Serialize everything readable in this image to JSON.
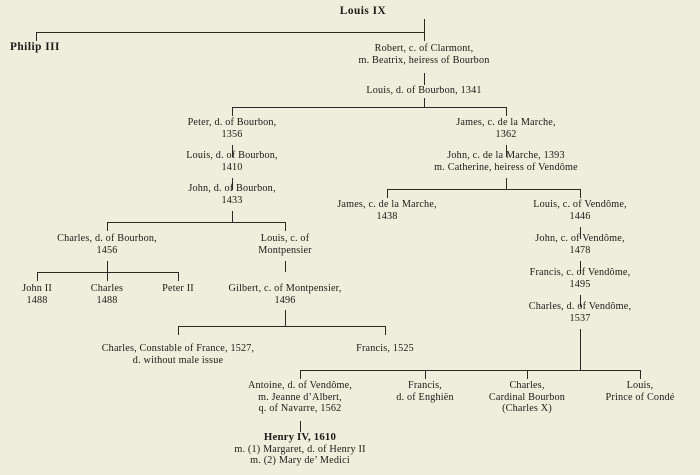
{
  "title": "Genealogical table of the House of Bourbon",
  "style": {
    "ink": "#2b2a24",
    "paper": "#efeedc"
  },
  "nodes": {
    "louis_ix": {
      "lines": [
        "Louis IX"
      ]
    },
    "philip_iii": {
      "lines": [
        "Philip III"
      ]
    },
    "robert": {
      "lines": [
        "Robert, c. of Clarmont,",
        "m. Beatrix, heiress of Bourbon"
      ]
    },
    "louis_bourbon_1341": {
      "lines": [
        "Louis, d. of Bourbon, 1341"
      ]
    },
    "peter_1356": {
      "lines": [
        "Peter, d. of Bourbon,",
        "1356"
      ]
    },
    "louis_1410": {
      "lines": [
        "Louis, d. of Bourbon,",
        "1410"
      ]
    },
    "john_1433": {
      "lines": [
        "John, d. of Bourbon,",
        "1433"
      ]
    },
    "james_marche_1362": {
      "lines": [
        "James, c. de la Marche,",
        "1362"
      ]
    },
    "john_marche_1393": {
      "lines": [
        "John, c. de la Marche, 1393",
        "m. Catherine, heiress of Vendôme"
      ]
    },
    "james_marche_1438": {
      "lines": [
        "James, c. de la Marche,",
        "1438"
      ]
    },
    "louis_vendome_1446": {
      "lines": [
        "Louis, c. of Vendôme,",
        "1446"
      ]
    },
    "john_vendome_1478": {
      "lines": [
        "John, c. of Vendôme,",
        "1478"
      ]
    },
    "francis_vendome_1495": {
      "lines": [
        "Francis, c. of Vendôme,",
        "1495"
      ]
    },
    "charles_vendome_1537": {
      "lines": [
        "Charles, d. of Vendôme,",
        "1537"
      ]
    },
    "charles_bourbon_1456": {
      "lines": [
        "Charles, d. of Bourbon,",
        "1456"
      ]
    },
    "louis_montpensier": {
      "lines": [
        "Louis, c. of",
        "Montpensier"
      ]
    },
    "john_ii_1488": {
      "lines": [
        "John II",
        "1488"
      ]
    },
    "charles_1488": {
      "lines": [
        "Charles",
        "1488"
      ]
    },
    "peter_ii": {
      "lines": [
        "Peter II"
      ]
    },
    "gilbert_1496": {
      "lines": [
        "Gilbert, c. of Montpensier,",
        "1496"
      ]
    },
    "charles_constable": {
      "lines": [
        "Charles, Constable of France, 1527,",
        "d. without male issue"
      ]
    },
    "francis_1525": {
      "lines": [
        "Francis, 1525"
      ]
    },
    "antoine_vendome": {
      "lines": [
        "Antoine, d. of Vendôme,",
        "m. Jeanne d’Albert,",
        "q. of Navarre, 1562"
      ]
    },
    "francis_enghien": {
      "lines": [
        "Francis,",
        "d. of Enghiën"
      ]
    },
    "charles_cardinal": {
      "lines": [
        "Charles,",
        "Cardinal Bourbon",
        "(Charles X)"
      ]
    },
    "louis_conde": {
      "lines": [
        "Louis,",
        "Prince of Condé"
      ]
    },
    "henry_iv": {
      "lines": [
        "Henry IV, 1610",
        "m. (1) Margaret, d. of Henry II",
        "m. (2) Mary de’ Medici"
      ]
    }
  },
  "chart_data": {
    "type": "diagram",
    "subtype": "genealogical-tree",
    "title": "House of Bourbon descent from Louis IX",
    "generations": [
      {
        "level": 0,
        "members": [
          "Louis IX"
        ]
      },
      {
        "level": 1,
        "members": [
          "Philip III",
          "Robert, c. of Clarmont"
        ]
      },
      {
        "level": 2,
        "members": [
          "Louis, d. of Bourbon, 1341"
        ]
      },
      {
        "level": 3,
        "members": [
          "Peter, d. of Bourbon, 1356",
          "James, c. de la Marche, 1362"
        ]
      },
      {
        "level": 4,
        "members": [
          "Louis, d. of Bourbon, 1410",
          "John, c. de la Marche, 1393"
        ]
      },
      {
        "level": 5,
        "members": [
          "John, d. of Bourbon, 1433",
          "James, c. de la Marche, 1438",
          "Louis, c. of Vendôme, 1446"
        ]
      },
      {
        "level": 6,
        "members": [
          "Charles, d. of Bourbon, 1456",
          "Louis, c. of Montpensier",
          "John, c. of Vendôme, 1478"
        ]
      },
      {
        "level": 7,
        "members": [
          "John II 1488",
          "Charles 1488",
          "Peter II",
          "Gilbert, c. of Montpensier, 1496",
          "Francis, c. of Vendôme, 1495"
        ]
      },
      {
        "level": 8,
        "members": [
          "Charles, Constable of France, 1527",
          "Francis, 1525",
          "Charles, d. of Vendôme, 1537"
        ]
      },
      {
        "level": 9,
        "members": [
          "Antoine, d. of Vendôme",
          "Francis, d. of Enghiën",
          "Charles, Cardinal Bourbon (Charles X)",
          "Louis, Prince of Condé"
        ]
      },
      {
        "level": 10,
        "members": [
          "Henry IV, 1610"
        ]
      }
    ],
    "edges": [
      [
        "Louis IX",
        "Philip III"
      ],
      [
        "Louis IX",
        "Robert, c. of Clarmont"
      ],
      [
        "Robert, c. of Clarmont",
        "Louis, d. of Bourbon, 1341"
      ],
      [
        "Louis, d. of Bourbon, 1341",
        "Peter, d. of Bourbon, 1356"
      ],
      [
        "Louis, d. of Bourbon, 1341",
        "James, c. de la Marche, 1362"
      ],
      [
        "Peter, d. of Bourbon, 1356",
        "Louis, d. of Bourbon, 1410"
      ],
      [
        "Louis, d. of Bourbon, 1410",
        "John, d. of Bourbon, 1433"
      ],
      [
        "John, d. of Bourbon, 1433",
        "Charles, d. of Bourbon, 1456"
      ],
      [
        "John, d. of Bourbon, 1433",
        "Louis, c. of Montpensier"
      ],
      [
        "Charles, d. of Bourbon, 1456",
        "John II 1488"
      ],
      [
        "Charles, d. of Bourbon, 1456",
        "Charles 1488"
      ],
      [
        "Charles, d. of Bourbon, 1456",
        "Peter II"
      ],
      [
        "Louis, c. of Montpensier",
        "Gilbert, c. of Montpensier, 1496"
      ],
      [
        "Gilbert, c. of Montpensier, 1496",
        "Charles, Constable of France, 1527"
      ],
      [
        "Gilbert, c. of Montpensier, 1496",
        "Francis, 1525"
      ],
      [
        "James, c. de la Marche, 1362",
        "John, c. de la Marche, 1393"
      ],
      [
        "John, c. de la Marche, 1393",
        "James, c. de la Marche, 1438"
      ],
      [
        "John, c. de la Marche, 1393",
        "Louis, c. of Vendôme, 1446"
      ],
      [
        "Louis, c. of Vendôme, 1446",
        "John, c. of Vendôme, 1478"
      ],
      [
        "John, c. of Vendôme, 1478",
        "Francis, c. of Vendôme, 1495"
      ],
      [
        "Francis, c. of Vendôme, 1495",
        "Charles, d. of Vendôme, 1537"
      ],
      [
        "Charles, d. of Vendôme, 1537",
        "Antoine, d. of Vendôme"
      ],
      [
        "Charles, d. of Vendôme, 1537",
        "Francis, d. of Enghiën"
      ],
      [
        "Charles, d. of Vendôme, 1537",
        "Charles, Cardinal Bourbon (Charles X)"
      ],
      [
        "Charles, d. of Vendôme, 1537",
        "Louis, Prince of Condé"
      ],
      [
        "Antoine, d. of Vendôme",
        "Henry IV, 1610"
      ]
    ]
  }
}
